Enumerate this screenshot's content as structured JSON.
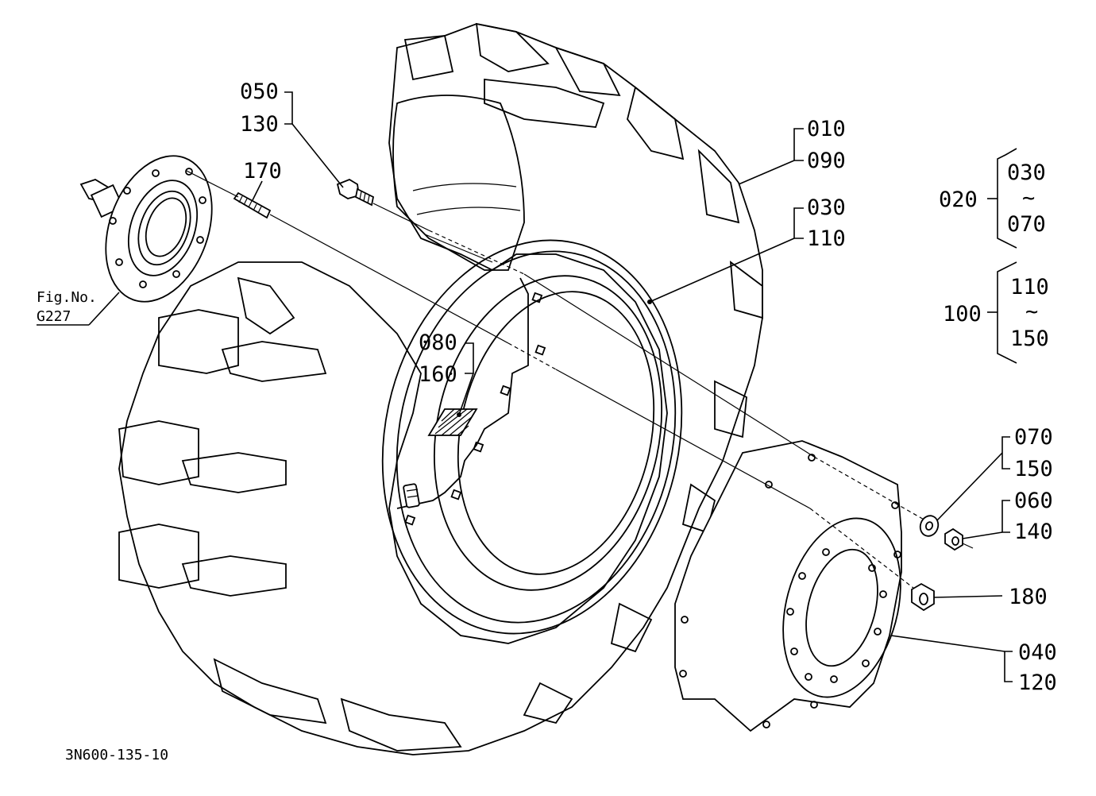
{
  "diagram": {
    "drawing_number": "3N600-135-10",
    "reference": {
      "line1": "Fig.No.",
      "line2": "G227"
    },
    "callouts": {
      "c050": "050",
      "c130": "130",
      "c170": "170",
      "c010": "010",
      "c090": "090",
      "c030a": "030",
      "c110a": "110",
      "c080": "080",
      "c160": "160",
      "c070a": "070",
      "c150a": "150",
      "c060": "060",
      "c140": "140",
      "c180": "180",
      "c040": "040",
      "c120": "120"
    },
    "groups": [
      {
        "id": "020",
        "from": "030",
        "tilde": "~",
        "to": "070"
      },
      {
        "id": "100",
        "from": "110",
        "tilde": "~",
        "to": "150"
      }
    ]
  }
}
